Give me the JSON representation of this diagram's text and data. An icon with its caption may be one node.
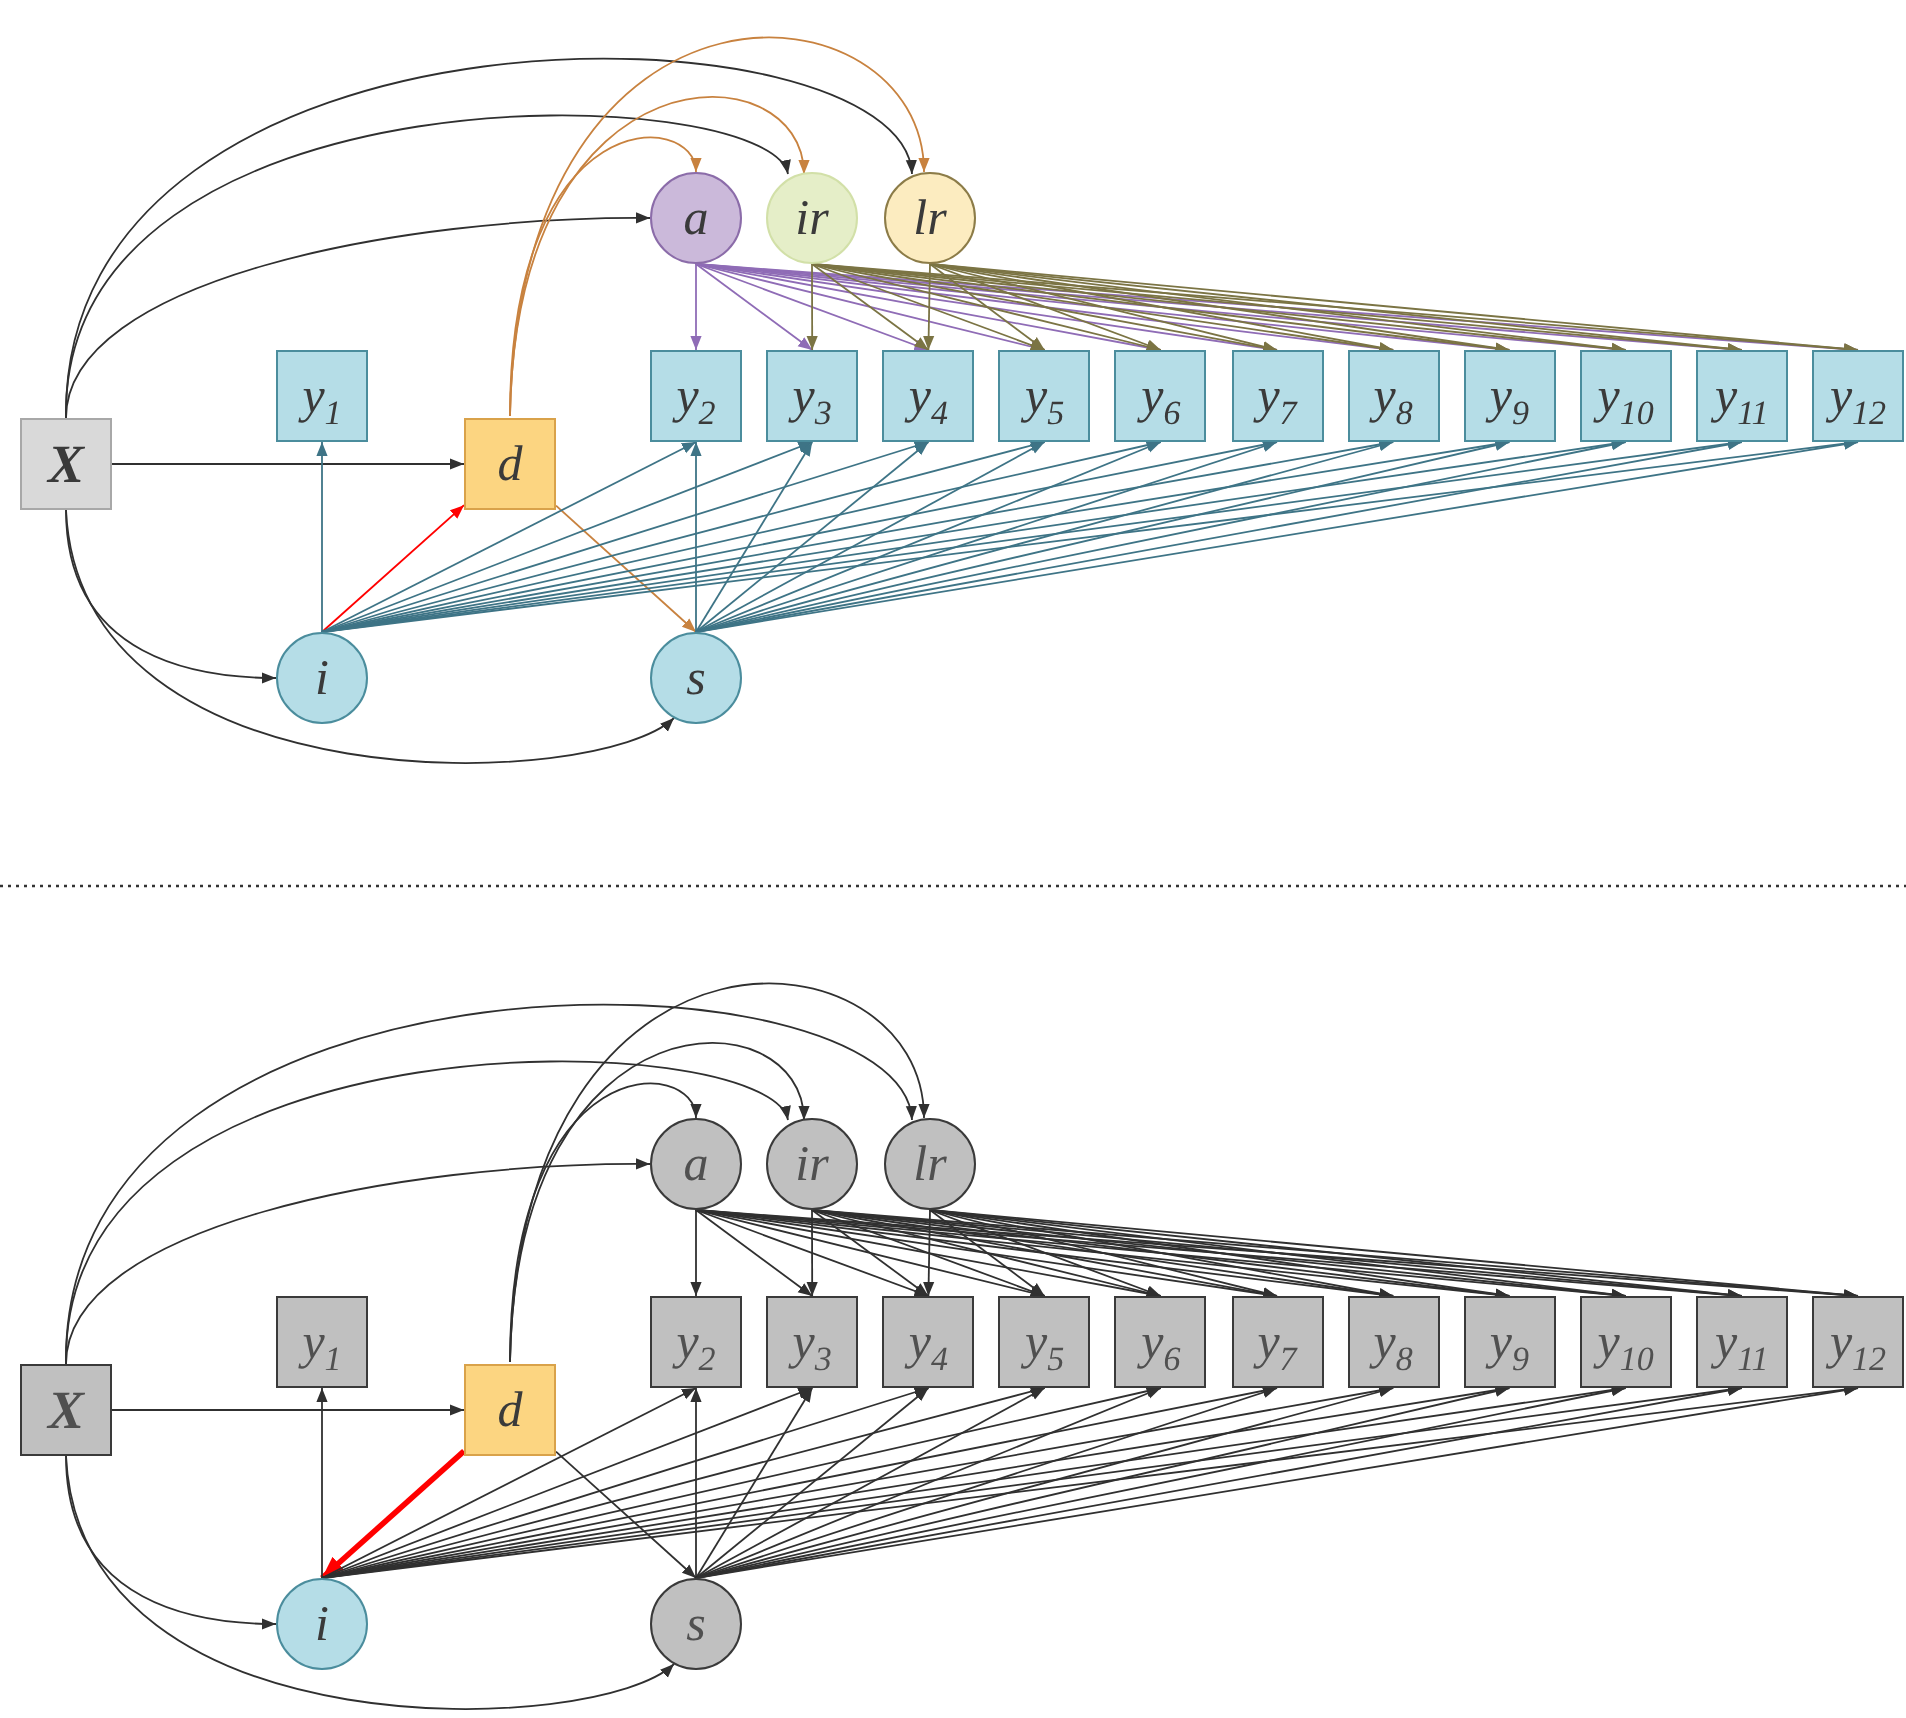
{
  "diagram": {
    "nodes": [
      {
        "text": [
          "a"
        ]
      },
      {
        "text": [
          "ir"
        ]
      },
      {
        "text": [
          "lr"
        ]
      },
      {
        "text": [
          "X"
        ]
      },
      {
        "text": [
          "y$_{1}$"
        ]
      },
      {
        "text": [
          "d"
        ]
      },
      {
        "text": [
          "y$_{2}$"
        ]
      },
      {
        "text": [
          "y$_{3}$"
        ]
      },
      {
        "text": [
          "y$_{4}$"
        ]
      },
      {
        "text": [
          "y$_{5}$"
        ]
      },
      {
        "text": [
          "y$_{6}$"
        ]
      },
      {
        "text": [
          "y$_{7}$"
        ]
      },
      {
        "text": [
          "y$_{8}$"
        ]
      },
      {
        "text": [
          "y$_{9}$"
        ]
      },
      {
        "text": [
          "y$_{10}$"
        ]
      },
      {
        "text": [
          "y$_{11}$"
        ]
      },
      {
        "text": [
          "y$_{12}$"
        ]
      },
      {
        "text": [
          "i"
        ]
      },
      {
        "text": [
          "s"
        ]
      },
      {
        "text": [
          "a"
        ]
      },
      {
        "text": [
          "ir"
        ]
      },
      {
        "text": [
          "lr"
        ]
      },
      {
        "text": [
          "X"
        ]
      },
      {
        "text": [
          "y$_{1}$"
        ]
      },
      {
        "text": [
          "d"
        ]
      },
      {
        "text": [
          "y$_{2}$"
        ]
      },
      {
        "text": [
          "y$_{3}$"
        ]
      },
      {
        "text": [
          "y$_{4}$"
        ]
      },
      {
        "text": [
          "y$_{5}$"
        ]
      },
      {
        "text": [
          "y$_{6}$"
        ]
      },
      {
        "text": [
          "y$_{7}$"
        ]
      },
      {
        "text": [
          "y$_{8}$"
        ]
      },
      {
        "text": [
          "y$_{9}$"
        ]
      },
      {
        "text": [
          "y$_{10}$"
        ]
      },
      {
        "text": [
          "y$_{11}$"
        ]
      },
      {
        "text": [
          "y$_{12}$"
        ]
      },
      {
        "text": [
          "i"
        ]
      },
      {
        "text": [
          "s"
        ]
      }
    ],
    "edges": [
      {
        "from": 3,
        "to": 0,
        "arrow": "to"
      },
      {
        "from": 3,
        "to": 1,
        "arrow": "to"
      },
      {
        "from": 3,
        "to": 2,
        "arrow": "to"
      },
      {
        "from": 3,
        "to": 5,
        "arrow": "to"
      },
      {
        "from": 3,
        "to": 17,
        "arrow": "to"
      },
      {
        "from": 3,
        "to": 18,
        "arrow": "to"
      },
      {
        "from": 5,
        "to": 0,
        "arrow": "to",
        "color": "#c8823f"
      },
      {
        "from": 5,
        "to": 1,
        "arrow": "to",
        "color": "#c8823f"
      },
      {
        "from": 5,
        "to": 2,
        "arrow": "to",
        "color": "#c8823f"
      },
      {
        "from": 5,
        "to": 18,
        "arrow": "to",
        "color": "#c8823f"
      },
      {
        "from": 17,
        "to": 5,
        "arrow": "to",
        "color": "#ff0000"
      },
      {
        "from": 17,
        "to": 4,
        "arrow": "to",
        "color": "#3e7486"
      },
      {
        "from": 17,
        "to": 6,
        "arrow": "to",
        "color": "#3e7486"
      },
      {
        "from": 17,
        "to": 7,
        "arrow": "to",
        "color": "#3e7486"
      },
      {
        "from": 17,
        "to": 8,
        "arrow": "to",
        "color": "#3e7486"
      },
      {
        "from": 17,
        "to": 9,
        "arrow": "to",
        "color": "#3e7486"
      },
      {
        "from": 17,
        "to": 10,
        "arrow": "to",
        "color": "#3e7486"
      },
      {
        "from": 17,
        "to": 11,
        "arrow": "to",
        "color": "#3e7486"
      },
      {
        "from": 17,
        "to": 12,
        "arrow": "to",
        "color": "#3e7486"
      },
      {
        "from": 17,
        "to": 13,
        "arrow": "to",
        "color": "#3e7486"
      },
      {
        "from": 17,
        "to": 14,
        "arrow": "to",
        "color": "#3e7486"
      },
      {
        "from": 17,
        "to": 15,
        "arrow": "to",
        "color": "#3e7486"
      },
      {
        "from": 17,
        "to": 16,
        "arrow": "to",
        "color": "#3e7486"
      },
      {
        "from": 18,
        "to": 6,
        "arrow": "to",
        "color": "#3e7486"
      },
      {
        "from": 18,
        "to": 7,
        "arrow": "to",
        "color": "#3e7486"
      },
      {
        "from": 18,
        "to": 8,
        "arrow": "to",
        "color": "#3e7486"
      },
      {
        "from": 18,
        "to": 9,
        "arrow": "to",
        "color": "#3e7486"
      },
      {
        "from": 18,
        "to": 10,
        "arrow": "to",
        "color": "#3e7486"
      },
      {
        "from": 18,
        "to": 11,
        "arrow": "to",
        "color": "#3e7486"
      },
      {
        "from": 18,
        "to": 12,
        "arrow": "to",
        "color": "#3e7486"
      },
      {
        "from": 18,
        "to": 13,
        "arrow": "to",
        "color": "#3e7486"
      },
      {
        "from": 18,
        "to": 14,
        "arrow": "to",
        "color": "#3e7486"
      },
      {
        "from": 18,
        "to": 15,
        "arrow": "to",
        "color": "#3e7486"
      },
      {
        "from": 18,
        "to": 16,
        "arrow": "to",
        "color": "#3e7486"
      },
      {
        "from": 0,
        "to": 6,
        "arrow": "to",
        "color": "#8f6cb6"
      },
      {
        "from": 0,
        "to": 7,
        "arrow": "to",
        "color": "#8f6cb6"
      },
      {
        "from": 0,
        "to": 8,
        "arrow": "to",
        "color": "#8f6cb6"
      },
      {
        "from": 0,
        "to": 9,
        "arrow": "to",
        "color": "#8f6cb6"
      },
      {
        "from": 0,
        "to": 10,
        "arrow": "to",
        "color": "#8f6cb6"
      },
      {
        "from": 0,
        "to": 11,
        "arrow": "to",
        "color": "#8f6cb6"
      },
      {
        "from": 0,
        "to": 12,
        "arrow": "to",
        "color": "#8f6cb6"
      },
      {
        "from": 0,
        "to": 13,
        "arrow": "to",
        "color": "#8f6cb6"
      },
      {
        "from": 0,
        "to": 14,
        "arrow": "to",
        "color": "#8f6cb6"
      },
      {
        "from": 0,
        "to": 15,
        "arrow": "to",
        "color": "#8f6cb6"
      },
      {
        "from": 0,
        "to": 16,
        "arrow": "to",
        "color": "#8f6cb6"
      },
      {
        "from": 1,
        "to": 7,
        "arrow": "to",
        "color": "#7b7444"
      },
      {
        "from": 1,
        "to": 8,
        "arrow": "to",
        "color": "#7b7444"
      },
      {
        "from": 1,
        "to": 9,
        "arrow": "to",
        "color": "#7b7444"
      },
      {
        "from": 1,
        "to": 10,
        "arrow": "to",
        "color": "#7b7444"
      },
      {
        "from": 1,
        "to": 11,
        "arrow": "to",
        "color": "#7b7444"
      },
      {
        "from": 1,
        "to": 12,
        "arrow": "to",
        "color": "#7b7444"
      },
      {
        "from": 1,
        "to": 13,
        "arrow": "to",
        "color": "#7b7444"
      },
      {
        "from": 1,
        "to": 14,
        "arrow": "to",
        "color": "#7b7444"
      },
      {
        "from": 1,
        "to": 15,
        "arrow": "to",
        "color": "#7b7444"
      },
      {
        "from": 1,
        "to": 16,
        "arrow": "to",
        "color": "#7b7444"
      },
      {
        "from": 2,
        "to": 8,
        "arrow": "to",
        "color": "#7b7444"
      },
      {
        "from": 2,
        "to": 9,
        "arrow": "to",
        "color": "#7b7444"
      },
      {
        "from": 2,
        "to": 10,
        "arrow": "to",
        "color": "#7b7444"
      },
      {
        "from": 2,
        "to": 11,
        "arrow": "to",
        "color": "#7b7444"
      },
      {
        "from": 2,
        "to": 12,
        "arrow": "to",
        "color": "#7b7444"
      },
      {
        "from": 2,
        "to": 13,
        "arrow": "to",
        "color": "#7b7444"
      },
      {
        "from": 2,
        "to": 14,
        "arrow": "to",
        "color": "#7b7444"
      },
      {
        "from": 2,
        "to": 15,
        "arrow": "to",
        "color": "#7b7444"
      },
      {
        "from": 2,
        "to": 16,
        "arrow": "to",
        "color": "#7b7444"
      },
      {
        "from": 22,
        "to": 19,
        "arrow": "to"
      },
      {
        "from": 22,
        "to": 20,
        "arrow": "to"
      },
      {
        "from": 22,
        "to": 21,
        "arrow": "to"
      },
      {
        "from": 22,
        "to": 24,
        "arrow": "to"
      },
      {
        "from": 22,
        "to": 36,
        "arrow": "to"
      },
      {
        "from": 22,
        "to": 37,
        "arrow": "to"
      },
      {
        "from": 24,
        "to": 19,
        "arrow": "to"
      },
      {
        "from": 24,
        "to": 20,
        "arrow": "to"
      },
      {
        "from": 24,
        "to": 21,
        "arrow": "to"
      },
      {
        "from": 24,
        "to": 37,
        "arrow": "to"
      },
      {
        "from": 24,
        "to": 36,
        "arrow": "to",
        "style": "thick",
        "color": "#ff0000"
      },
      {
        "from": 36,
        "to": 23,
        "arrow": "to"
      },
      {
        "from": 36,
        "to": 25,
        "arrow": "to"
      },
      {
        "from": 36,
        "to": 26,
        "arrow": "to"
      },
      {
        "from": 36,
        "to": 27,
        "arrow": "to"
      },
      {
        "from": 36,
        "to": 28,
        "arrow": "to"
      },
      {
        "from": 36,
        "to": 29,
        "arrow": "to"
      },
      {
        "from": 36,
        "to": 30,
        "arrow": "to"
      },
      {
        "from": 36,
        "to": 31,
        "arrow": "to"
      },
      {
        "from": 36,
        "to": 32,
        "arrow": "to"
      },
      {
        "from": 36,
        "to": 33,
        "arrow": "to"
      },
      {
        "from": 36,
        "to": 34,
        "arrow": "to"
      },
      {
        "from": 36,
        "to": 35,
        "arrow": "to"
      },
      {
        "from": 37,
        "to": 25,
        "arrow": "to"
      },
      {
        "from": 37,
        "to": 26,
        "arrow": "to"
      },
      {
        "from": 37,
        "to": 27,
        "arrow": "to"
      },
      {
        "from": 37,
        "to": 28,
        "arrow": "to"
      },
      {
        "from": 37,
        "to": 29,
        "arrow": "to"
      },
      {
        "from": 37,
        "to": 30,
        "arrow": "to"
      },
      {
        "from": 37,
        "to": 31,
        "arrow": "to"
      },
      {
        "from": 37,
        "to": 32,
        "arrow": "to"
      },
      {
        "from": 37,
        "to": 33,
        "arrow": "to"
      },
      {
        "from": 37,
        "to": 34,
        "arrow": "to"
      },
      {
        "from": 37,
        "to": 35,
        "arrow": "to"
      },
      {
        "from": 19,
        "to": 25,
        "arrow": "to"
      },
      {
        "from": 19,
        "to": 26,
        "arrow": "to"
      },
      {
        "from": 19,
        "to": 27,
        "arrow": "to"
      },
      {
        "from": 19,
        "to": 28,
        "arrow": "to"
      },
      {
        "from": 19,
        "to": 29,
        "arrow": "to"
      },
      {
        "from": 19,
        "to": 30,
        "arrow": "to"
      },
      {
        "from": 19,
        "to": 31,
        "arrow": "to"
      },
      {
        "from": 19,
        "to": 32,
        "arrow": "to"
      },
      {
        "from": 19,
        "to": 33,
        "arrow": "to"
      },
      {
        "from": 19,
        "to": 34,
        "arrow": "to"
      },
      {
        "from": 19,
        "to": 35,
        "arrow": "to"
      },
      {
        "from": 20,
        "to": 26,
        "arrow": "to"
      },
      {
        "from": 20,
        "to": 27,
        "arrow": "to"
      },
      {
        "from": 20,
        "to": 28,
        "arrow": "to"
      },
      {
        "from": 20,
        "to": 29,
        "arrow": "to"
      },
      {
        "from": 20,
        "to": 30,
        "arrow": "to"
      },
      {
        "from": 20,
        "to": 31,
        "arrow": "to"
      },
      {
        "from": 20,
        "to": 32,
        "arrow": "to"
      },
      {
        "from": 20,
        "to": 33,
        "arrow": "to"
      },
      {
        "from": 20,
        "to": 34,
        "arrow": "to"
      },
      {
        "from": 20,
        "to": 35,
        "arrow": "to"
      },
      {
        "from": 21,
        "to": 27,
        "arrow": "to"
      },
      {
        "from": 21,
        "to": 28,
        "arrow": "to"
      },
      {
        "from": 21,
        "to": 29,
        "arrow": "to"
      },
      {
        "from": 21,
        "to": 30,
        "arrow": "to"
      },
      {
        "from": 21,
        "to": 31,
        "arrow": "to"
      },
      {
        "from": 21,
        "to": 32,
        "arrow": "to"
      },
      {
        "from": 21,
        "to": 33,
        "arrow": "to"
      },
      {
        "from": 21,
        "to": 34,
        "arrow": "to"
      },
      {
        "from": 21,
        "to": 35,
        "arrow": "to"
      }
    ]
  }
}
